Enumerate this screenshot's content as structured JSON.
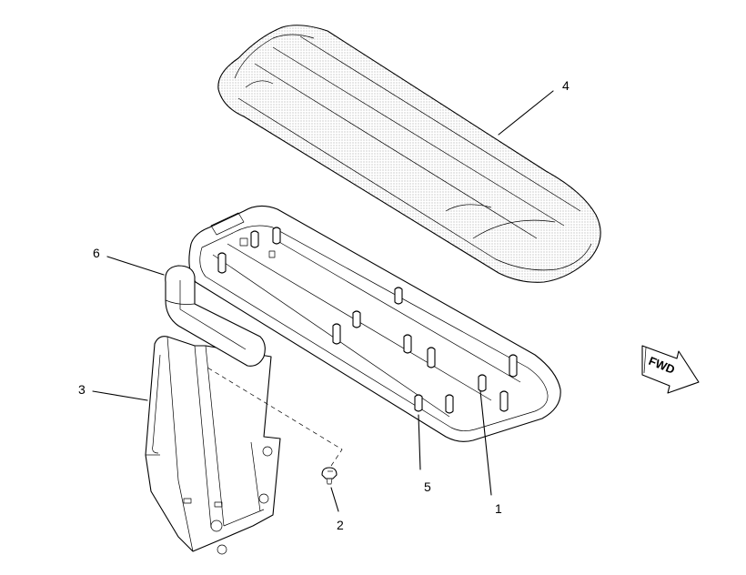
{
  "callouts": [
    {
      "id": "c1",
      "label": "1"
    },
    {
      "id": "c2",
      "label": "2"
    },
    {
      "id": "c3",
      "label": "3"
    },
    {
      "id": "c4",
      "label": "4"
    },
    {
      "id": "c5",
      "label": "5"
    },
    {
      "id": "c6",
      "label": "6"
    }
  ],
  "direction_arrow": {
    "label": "FWD"
  },
  "colors": {
    "line": "#000000",
    "background": "#ffffff"
  }
}
